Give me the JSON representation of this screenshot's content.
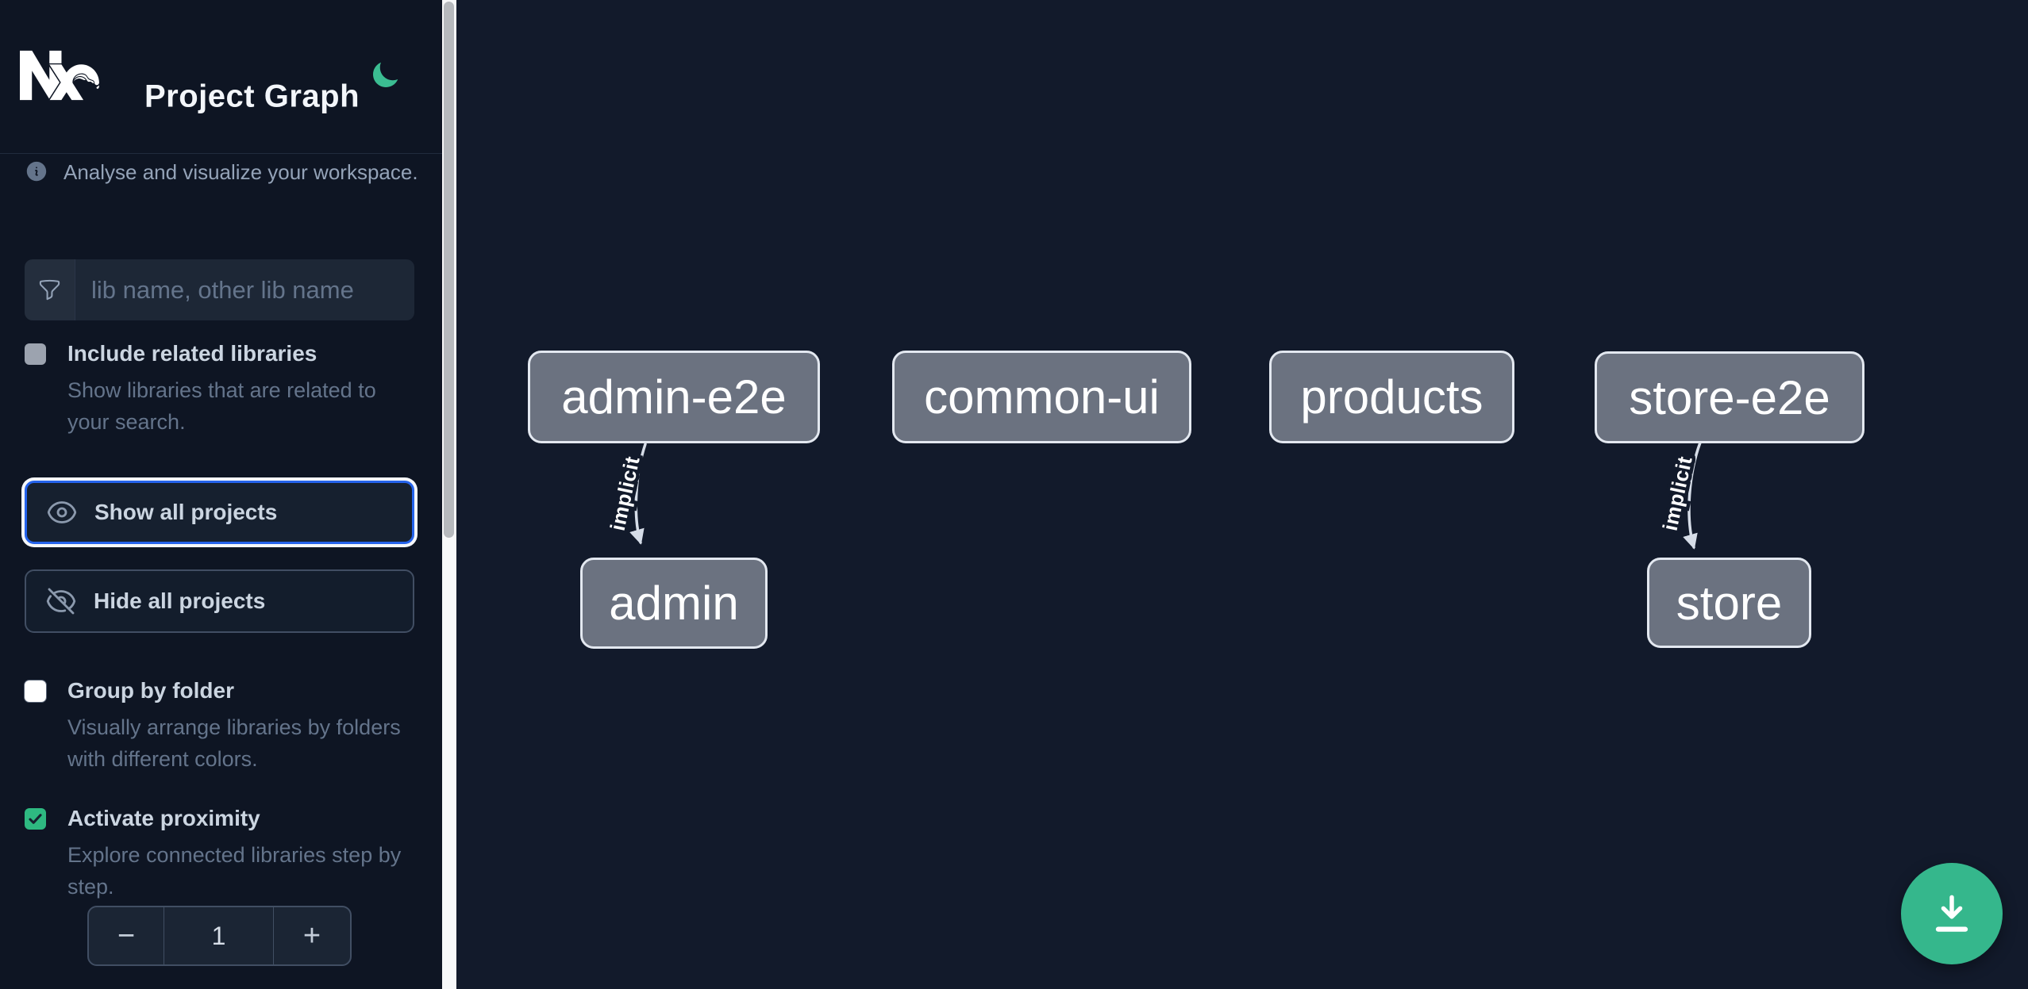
{
  "header": {
    "title": "Project Graph",
    "logo": "nx-logo",
    "theme_toggle_icon": "moon-icon"
  },
  "sidebar": {
    "info_text": "Analyse and visualize your workspace.",
    "search": {
      "icon": "funnel-icon",
      "placeholder": "lib name, other lib name",
      "value": ""
    },
    "include_related": {
      "label": "Include related libraries",
      "description": "Show libraries that are related to your search.",
      "checked": false
    },
    "show_all": {
      "label": "Show all projects",
      "icon": "eye-icon",
      "focused": true
    },
    "hide_all": {
      "label": "Hide all projects",
      "icon": "eye-off-icon"
    },
    "group_by_folder": {
      "label": "Group by folder",
      "description": "Visually arrange libraries by folders with different colors.",
      "checked": false
    },
    "activate_proximity": {
      "label": "Activate proximity",
      "description": "Explore connected libraries step by step.",
      "checked": true
    },
    "proximity_stepper": {
      "decrement_label": "−",
      "value": "1",
      "increment_label": "+"
    }
  },
  "graph": {
    "nodes": [
      {
        "id": "admin-e2e",
        "label": "admin-e2e"
      },
      {
        "id": "common-ui",
        "label": "common-ui"
      },
      {
        "id": "products",
        "label": "products"
      },
      {
        "id": "store-e2e",
        "label": "store-e2e"
      },
      {
        "id": "admin",
        "label": "admin"
      },
      {
        "id": "store",
        "label": "store"
      }
    ],
    "edges": [
      {
        "source": "admin-e2e",
        "target": "admin",
        "type": "implicit",
        "label": "implicit"
      },
      {
        "source": "store-e2e",
        "target": "store",
        "type": "implicit",
        "label": "implicit"
      }
    ]
  },
  "fab": {
    "icon": "download-icon"
  },
  "colors": {
    "accent_green": "#3bbd92",
    "checkbox_green": "#2eb981",
    "focus_blue": "#2563eb",
    "node_fill": "#6b7280",
    "node_border": "#e3e8f0",
    "edge": "#d6dde8",
    "sidebar_bg": "#0e1523",
    "canvas_bg": "#121a2b"
  }
}
